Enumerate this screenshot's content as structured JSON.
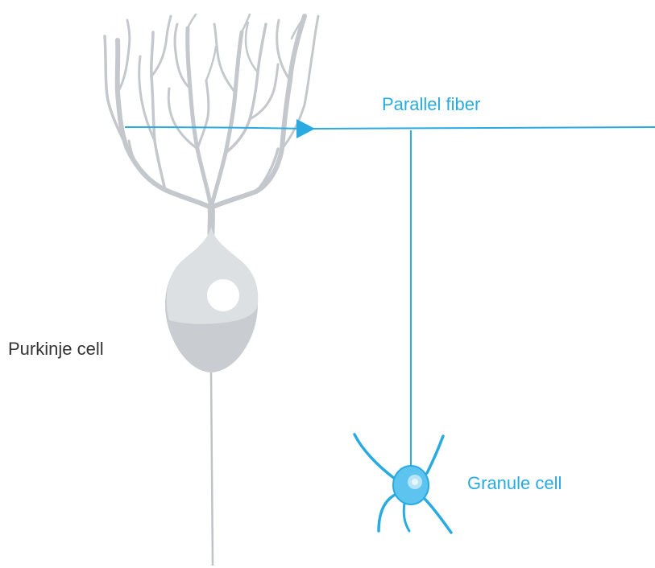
{
  "labels": {
    "parallel_fiber": "Parallel fiber",
    "purkinje_cell": "Purkinje cell",
    "granule_cell": "Granule cell"
  },
  "colors": {
    "purkinje": "#bfc3c7",
    "purkinje_light": "#dde0e3",
    "purkinje_shadow": "#c4c8cc",
    "granule": "#29abe2",
    "granule_body": "#5cc4ee",
    "label_dark": "#333333",
    "background": "#ffffff"
  }
}
